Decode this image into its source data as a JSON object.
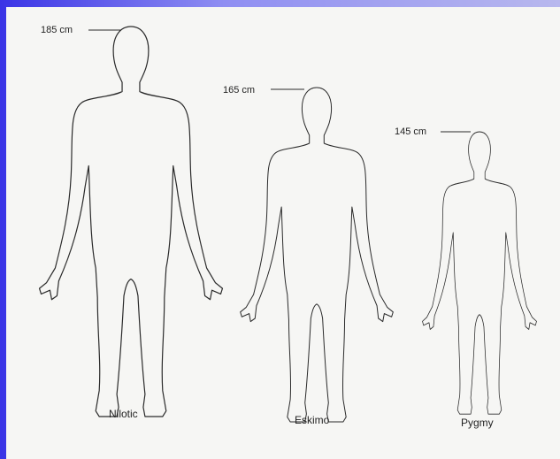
{
  "figures": [
    {
      "height_label": "185 cm",
      "name": "Nilotic"
    },
    {
      "height_label": "165 cm",
      "name": "Eskimo"
    },
    {
      "height_label": "145 cm",
      "name": "Pygmy"
    }
  ]
}
